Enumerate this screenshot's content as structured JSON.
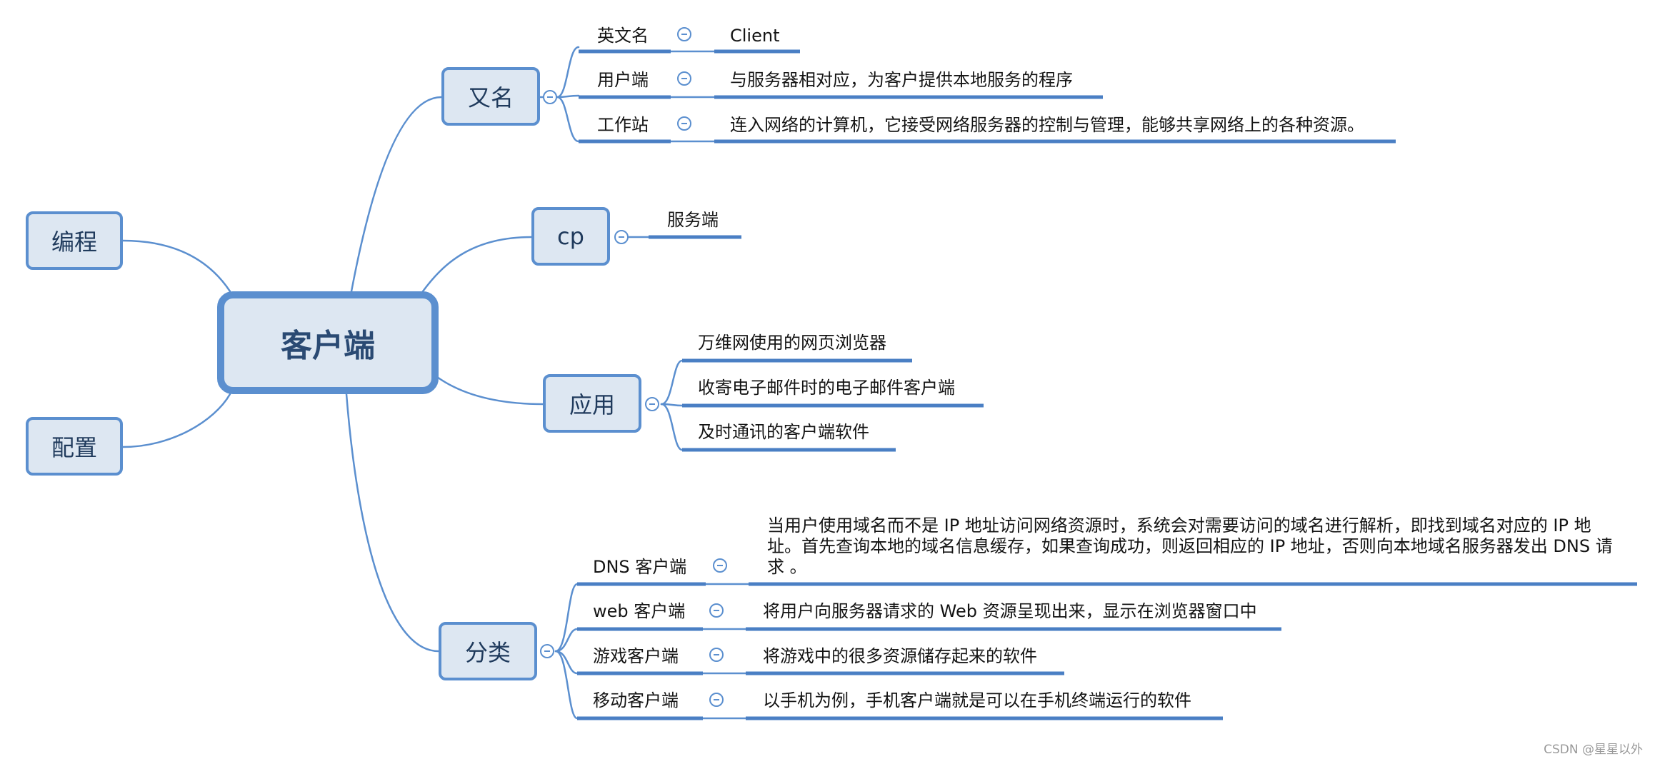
{
  "root": "客户端",
  "left_nodes": [
    "编程",
    "配置"
  ],
  "aka": {
    "title": "又名",
    "items": [
      {
        "key": "英文名",
        "value": "Client"
      },
      {
        "key": "用户端",
        "value": "与服务器相对应，为客户提供本地服务的程序"
      },
      {
        "key": "工作站",
        "value": "连入网络的计算机，它接受网络服务器的控制与管理，能够共享网络上的各种资源。"
      }
    ]
  },
  "cp": {
    "title": "cp",
    "items": [
      "服务端"
    ]
  },
  "apps": {
    "title": "应用",
    "items": [
      "万维网使用的网页浏览器",
      "收寄电子邮件时的电子邮件客户端",
      "及时通讯的客户端软件"
    ]
  },
  "categories": {
    "title": "分类",
    "items": [
      {
        "key": "DNS 客户端",
        "value": "当用户使用域名而不是 IP 地址访问网络资源时，系统会对需要访问的域名进行解析，即找到域名对应的 IP 地址。首先查询本地的域名信息缓存，如果查询成功，则返回相应的 IP 地址，否则向本地域名服务器发出 DNS 请求 。"
      },
      {
        "key": "web 客户端",
        "value": "将用户向服务器请求的 Web 资源呈现出来，显示在浏览器窗口中"
      },
      {
        "key": "游戏客户端",
        "value": "将游戏中的很多资源储存起来的软件"
      },
      {
        "key": "移动客户端",
        "value": "以手机为例，手机客户端就是可以在手机终端运行的软件"
      }
    ]
  },
  "watermark": "CSDN @星星以外",
  "colors": {
    "node_fill": "#dde7f2",
    "node_border": "#5b8fcf",
    "line": "#5b8fcf",
    "underline": "#4a7fc4",
    "root_text": "#2a4a73"
  }
}
